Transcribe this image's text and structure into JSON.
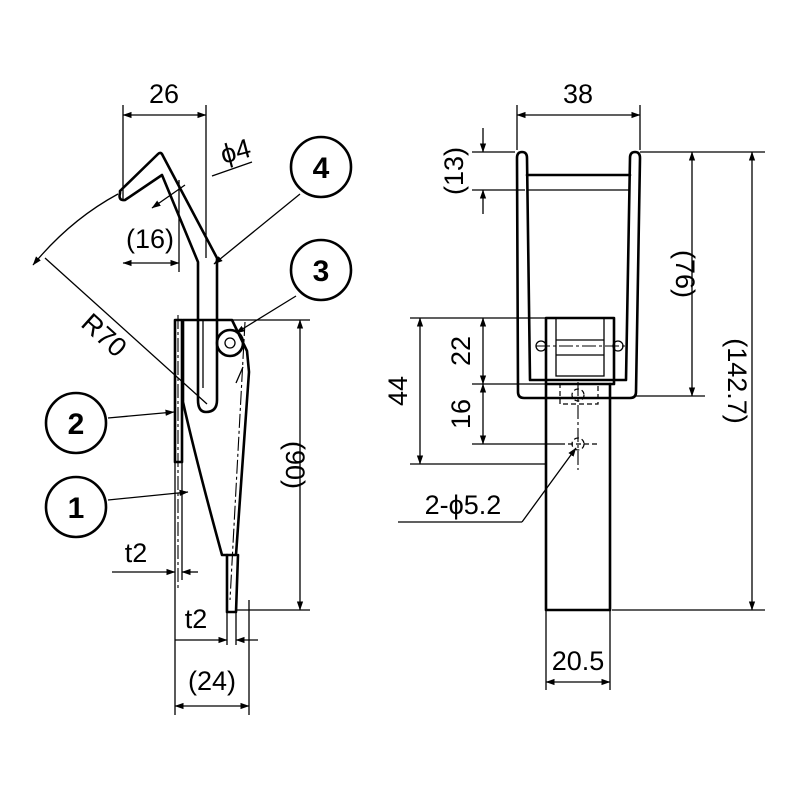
{
  "side_view": {
    "dim_width_top": "26",
    "dim_wire_dia": "ϕ4",
    "dim_hook_inner": "(16)",
    "dim_radius": "R70",
    "dim_height_body": "(90)",
    "dim_plate_thickness_1": "t2",
    "dim_plate_thickness_2": "t2",
    "dim_overall_depth": "(24)"
  },
  "front_view": {
    "dim_width": "38",
    "dim_hook_top": "(13)",
    "dim_hook_height": "(76)",
    "dim_overall_height": "(142.7)",
    "dim_base_span": "44",
    "dim_base_upper": "22",
    "dim_base_lower": "16",
    "dim_holes": "2-ϕ5.2",
    "dim_plate_width": "20.5"
  },
  "balloons": [
    "1",
    "2",
    "3",
    "4"
  ]
}
